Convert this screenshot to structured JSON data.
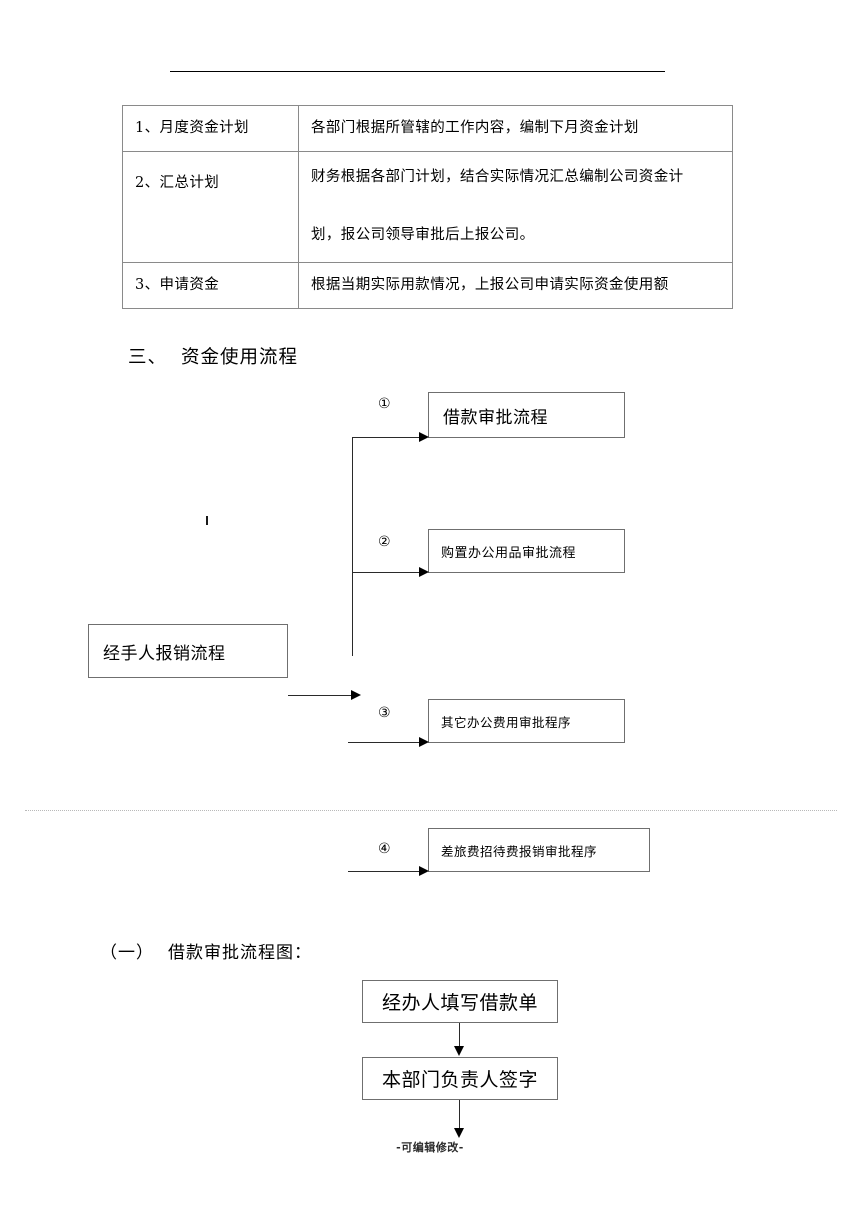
{
  "document": {
    "footer_note": "-可编辑修改-"
  },
  "plan_table": {
    "rows": [
      {
        "label": "1、月度资金计划",
        "lines": [
          "各部门根据所管辖的工作内容，编制下月资金计划"
        ]
      },
      {
        "label": "2、汇总计划",
        "lines": [
          "财务根据各部门计划，结合实际情况汇总编制公司资金计",
          "划，报公司领导审批后上报公司。"
        ]
      },
      {
        "label": "3、申请资金",
        "lines": [
          "根据当期实际用款情况，上报公司申请实际资金使用额"
        ]
      }
    ]
  },
  "section_three": {
    "number": "三、",
    "title": "资金使用流程",
    "source_box": "经手人报销流程",
    "branches": [
      {
        "marker": "①",
        "label": "借款审批流程"
      },
      {
        "marker": "②",
        "label": "购置办公用品审批流程"
      },
      {
        "marker": "③",
        "label": "其它办公费用审批程序"
      },
      {
        "marker": "④",
        "label": "差旅费招待费报销审批程序"
      }
    ]
  },
  "section_one": {
    "number": "（一）",
    "title": "借款审批流程图：",
    "steps": [
      "经办人填写借款单",
      "本部门负责人签字"
    ]
  }
}
